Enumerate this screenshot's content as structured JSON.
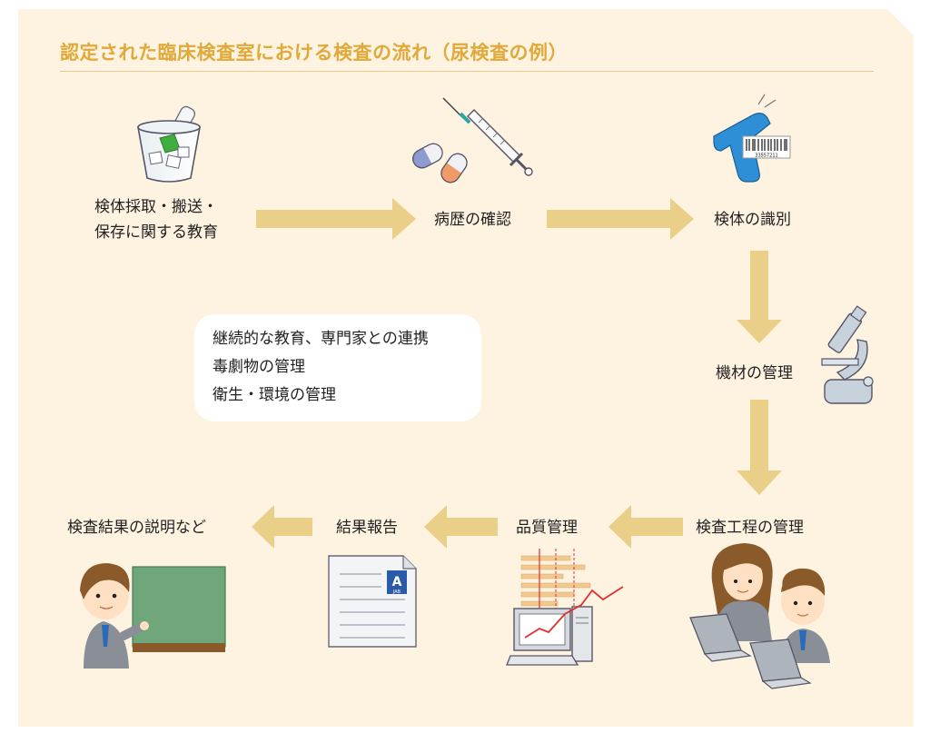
{
  "title": "認定された臨床検査室における検査の流れ（尿検査の例）",
  "steps": {
    "collection_line1": "検体採取・搬送・",
    "collection_line2": "保存に関する教育",
    "history": "病歴の確認",
    "identification": "検体の識別",
    "equipment": "機材の管理",
    "process": "検査工程の管理",
    "quality": "品質管理",
    "report": "結果報告",
    "explanation": "検査結果の説明など"
  },
  "note": {
    "line1": "継続的な教育、専門家との連携",
    "line2": "毒劇物の管理",
    "line3": "衛生・環境の管理"
  },
  "barcode_number": "33557211",
  "badge": {
    "mark": "A",
    "org": "JAB"
  },
  "colors": {
    "title": "#e0a93a",
    "arrow": "#e9cf87",
    "background": "#fdf3e0",
    "note_bg": "#ffffff"
  },
  "icons": [
    "ice-cup-icon",
    "pills-icon",
    "syringe-icon",
    "barcode-scanner-icon",
    "microscope-icon",
    "workers-laptops-icon",
    "computer-chart-icon",
    "report-document-icon",
    "presenter-blackboard-icon"
  ]
}
